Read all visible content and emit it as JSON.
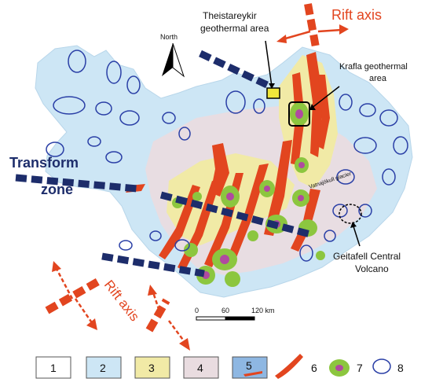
{
  "labels": {
    "theistareykir_line1": "Theistareykir",
    "theistareykir_line2": "geothermal area",
    "rift_axis_top": "Rift axis",
    "krafla_line1": "Krafla geothermal",
    "krafla_line2": "area",
    "north": "North",
    "transform_line1": "Transform",
    "transform_line2": "zone",
    "vatnajokull": "Vatnajökull glacier",
    "rift_axis_bottom": "Rift axis",
    "geitafell_line1": "Geitafell Central",
    "geitafell_line2": "Volcano"
  },
  "scale_bar": {
    "ticks": [
      "0",
      "60",
      "120 km"
    ]
  },
  "legend": [
    {
      "num": "1",
      "fill": "#ffffff"
    },
    {
      "num": "2",
      "fill": "#cde6f5"
    },
    {
      "num": "3",
      "fill": "#f1eaa6"
    },
    {
      "num": "4",
      "fill": "#e9dce0"
    },
    {
      "num": "5",
      "fill": "#8eb7e2"
    },
    {
      "num": "6"
    },
    {
      "num": "7"
    },
    {
      "num": "8"
    }
  ],
  "colors": {
    "ocean": "#ffffff",
    "land_light_blue": "#cde6f5",
    "yellow_zone": "#f1eaa6",
    "pink_zone": "#e9dce0",
    "red_dykes": "#e2451f",
    "green_volcano": "#8cc63f",
    "purple_core": "#b04aa0",
    "navy_dashes": "#1d2d6b",
    "rift_red": "#e2451f"
  }
}
